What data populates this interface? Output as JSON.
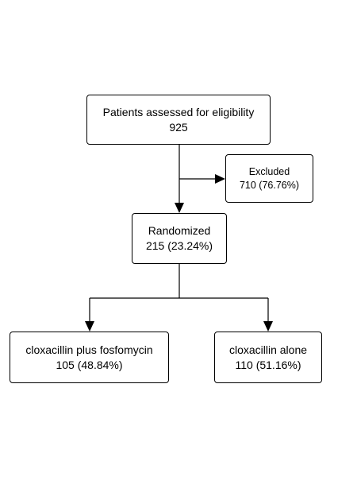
{
  "flowchart": {
    "assessed": {
      "label": "Patients assessed for eligibility",
      "value": "925"
    },
    "excluded": {
      "label": "Excluded",
      "value": "710 (76.76%)"
    },
    "randomized": {
      "label": "Randomized",
      "value": "215 (23.24%)"
    },
    "arm1": {
      "label": "cloxacillin plus fosfomycin",
      "value": "105 (48.84%)"
    },
    "arm2": {
      "label": "cloxacillin alone",
      "value": "110 (51.16%)"
    }
  },
  "colors": {
    "line": "#000000",
    "box_border": "#000000",
    "background": "#ffffff"
  }
}
